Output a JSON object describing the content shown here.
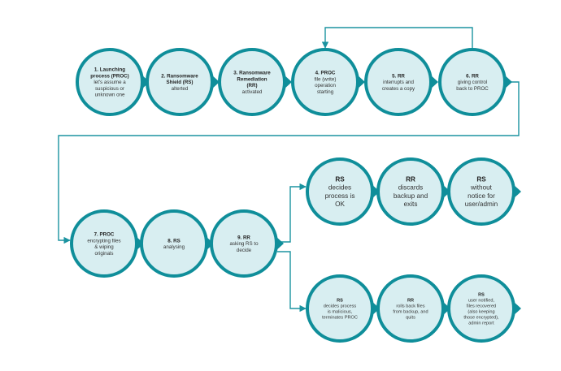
{
  "colors": {
    "circle_fill": "#d8eef1",
    "circle_stroke": "#0f8e9a",
    "connector": "#1b93a0",
    "text": "#222222"
  },
  "steps": [
    {
      "id": "s1",
      "title": [
        "1. Launching",
        "process (PROC)"
      ],
      "body": [
        "let's assume a",
        "suspicious or",
        "unknown one"
      ]
    },
    {
      "id": "s2",
      "title": [
        "2. Ransomware",
        "Shield (RS)"
      ],
      "body": [
        "alterted"
      ]
    },
    {
      "id": "s3",
      "title": [
        "3. Ransomware",
        "Remediation",
        "(RR)"
      ],
      "body": [
        "activated"
      ]
    },
    {
      "id": "s4",
      "title": [
        "4. PROC"
      ],
      "body": [
        "file (write)",
        "operation",
        "starting"
      ]
    },
    {
      "id": "s5",
      "title": [
        "5. RR"
      ],
      "body": [
        "interrupts and",
        "creates a copy"
      ]
    },
    {
      "id": "s6",
      "title": [
        "6. RR"
      ],
      "body": [
        "giving control",
        "back to PROC"
      ]
    },
    {
      "id": "s7",
      "title": [
        "7. PROC"
      ],
      "body": [
        "encrypting files",
        "& wiping",
        "originals"
      ]
    },
    {
      "id": "s8",
      "title": [
        "8. RS"
      ],
      "body": [
        "analysing"
      ]
    },
    {
      "id": "s9",
      "title": [
        "9. RR"
      ],
      "body": [
        "asking RS to",
        "decide"
      ]
    },
    {
      "id": "ok1",
      "title": [
        "RS"
      ],
      "body": [
        "decides",
        "process is",
        "OK"
      ]
    },
    {
      "id": "ok2",
      "title": [
        "RR"
      ],
      "body": [
        "discards",
        "backup and",
        "exits"
      ]
    },
    {
      "id": "ok3",
      "title": [
        "RS"
      ],
      "body": [
        "without",
        "notice for",
        "user/admin"
      ]
    },
    {
      "id": "bad1",
      "title": [
        "RS"
      ],
      "body": [
        "decides process",
        "is malicious,",
        "terminates PROC"
      ]
    },
    {
      "id": "bad2",
      "title": [
        "RR"
      ],
      "body": [
        "rolls back files",
        "from backup, and",
        "quits"
      ]
    },
    {
      "id": "bad3",
      "title": [
        "RS"
      ],
      "body": [
        "user notified,",
        "files recovered",
        "(also keeping",
        "those encrypted),",
        "admin report"
      ]
    }
  ]
}
